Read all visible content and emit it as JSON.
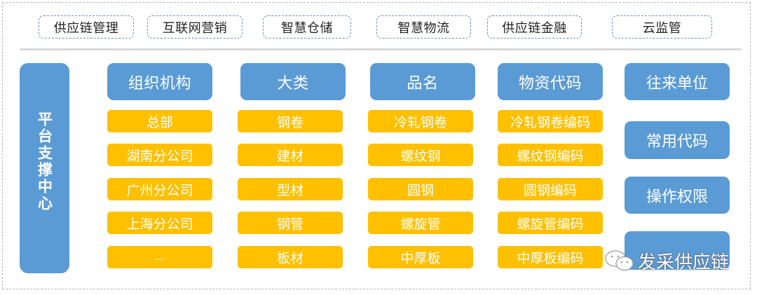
{
  "top_modules": [
    {
      "label": "供应链管理"
    },
    {
      "label": "互联网营销"
    },
    {
      "label": "智慧仓储"
    },
    {
      "label": "智慧物流"
    },
    {
      "label": "供应链金融"
    },
    {
      "label": "云监管"
    }
  ],
  "platform": {
    "label": "平台支撑中心"
  },
  "columns": [
    {
      "header": "组织机构",
      "items": [
        "总部",
        "湖南分公司",
        "广州分公司",
        "上海分公司",
        "..."
      ]
    },
    {
      "header": "大类",
      "items": [
        "钢卷",
        "建材",
        "型材",
        "钢管",
        "板材"
      ]
    },
    {
      "header": "品名",
      "items": [
        "冷轧钢卷",
        "螺纹钢",
        "圆钢",
        "螺旋管",
        "中厚板"
      ]
    },
    {
      "header": "物资代码",
      "items": [
        "冷轧钢卷编码",
        "螺纹钢编码",
        "圆钢编码",
        "螺旋管编码",
        "中厚板编码"
      ]
    }
  ],
  "right_column": [
    "往来单位",
    "常用代码",
    "操作权限",
    ""
  ],
  "watermark": {
    "icon": "wechat-icon",
    "text": "发采供应链"
  },
  "colors": {
    "blue": "#5b9bd5",
    "yellow": "#ffc000",
    "dashed_border": "#6a8fb5"
  }
}
